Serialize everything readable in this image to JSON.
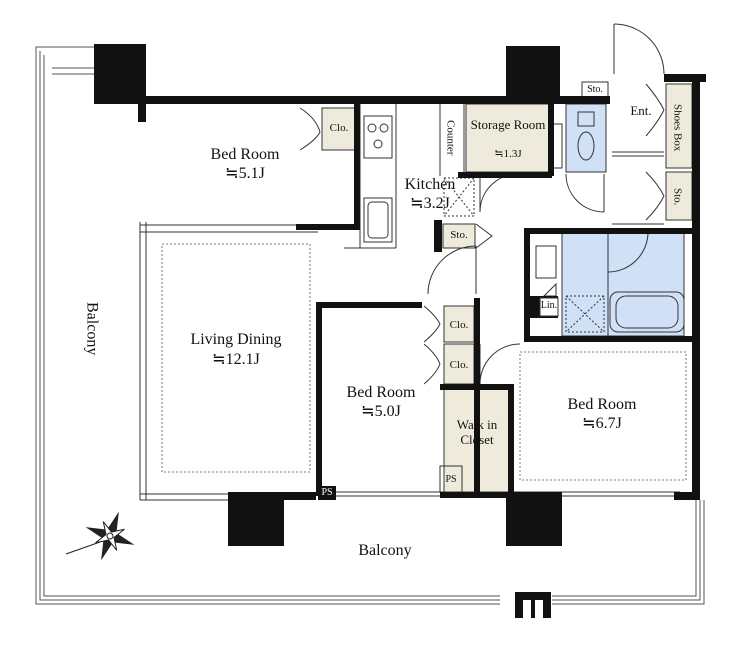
{
  "rooms": {
    "bed_room_1": {
      "name": "Bed Room",
      "size": "≒5.1J"
    },
    "kitchen": {
      "name": "Kitchen",
      "size": "≒3.2J"
    },
    "storage_room": {
      "name": "Storage Room",
      "size": "≒1.3J"
    },
    "living_dining": {
      "name": "Living Dining",
      "size": "≒12.1J"
    },
    "bed_room_2": {
      "name": "Bed Room",
      "size": "≒5.0J"
    },
    "bed_room_3": {
      "name": "Bed Room",
      "size": "≒6.7J"
    },
    "walk_in_closet": {
      "name": "Walk in Closet"
    }
  },
  "labels": {
    "closet": "Clo.",
    "storage": "Sto.",
    "entrance": "Ent.",
    "shoes_box": "Shoes Box",
    "counter": "Counter",
    "linen": "Lin.",
    "pipe_space": "PS",
    "balcony_side": "Balcony",
    "balcony_bottom": "Balcony"
  },
  "colors": {
    "wall": "#111111",
    "wet_area": "#cfe0f7",
    "closet_fill": "#eeebdd",
    "line": "#333333"
  }
}
